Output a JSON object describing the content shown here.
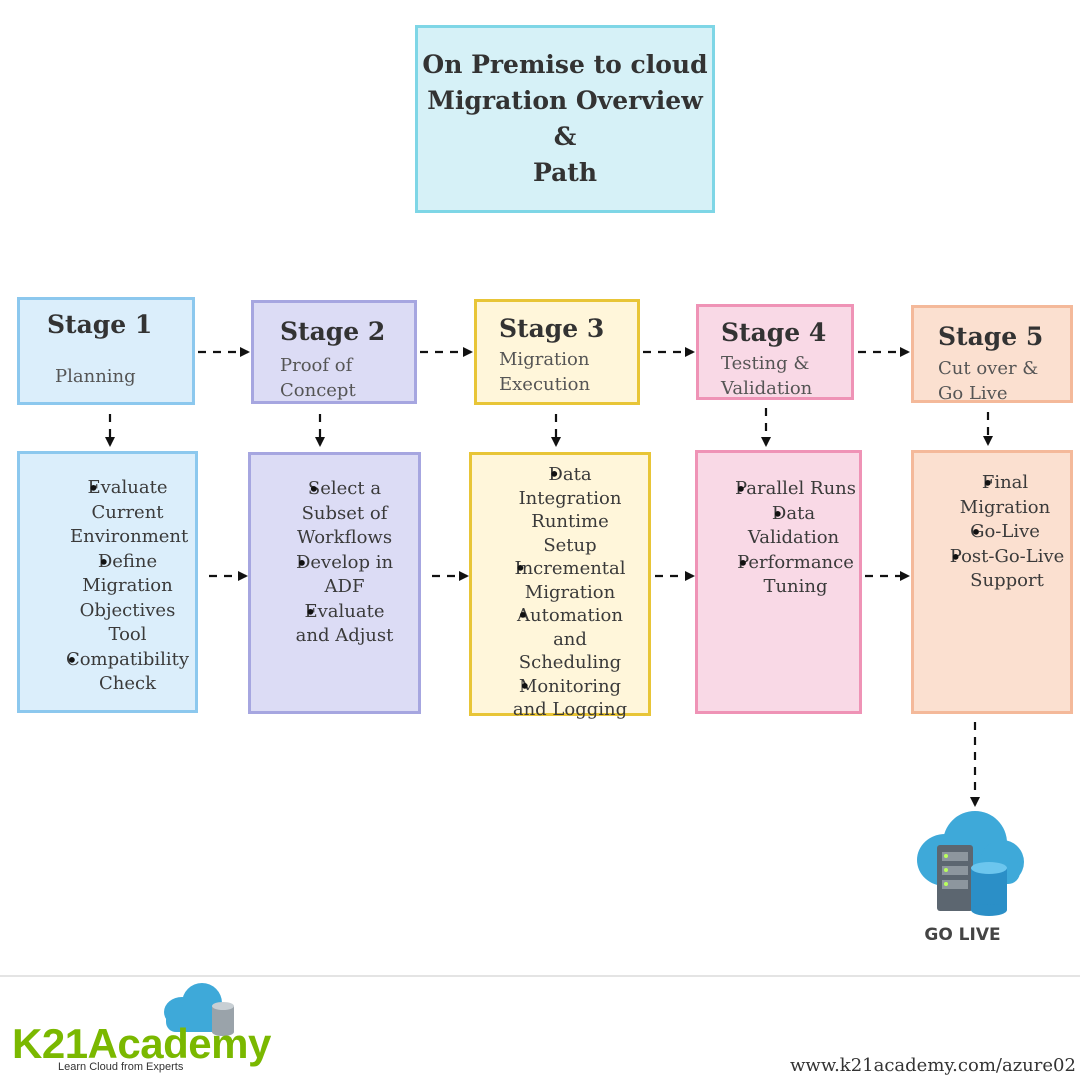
{
  "title": "On Premise to cloud\nMigration Overview &\nPath",
  "stages": [
    {
      "number": "Stage 1",
      "subtitle": "Planning",
      "items": [
        "Evaluate\nCurrent\nEnvironment",
        "Define\nMigration\nObjectives\nTool",
        "Compatibility\nCheck"
      ]
    },
    {
      "number": "Stage 2",
      "subtitle": "Proof of\nConcept",
      "items": [
        "Select a\nSubset of\nWorkflows",
        "Develop in\nADF",
        "Evaluate\nand Adjust"
      ]
    },
    {
      "number": "Stage 3",
      "subtitle": "Migration\nExecution",
      "items": [
        "Data\nIntegration\nRuntime\nSetup",
        "Incremental\nMigration",
        "Automation\nand\nScheduling",
        "Monitoring\nand Logging"
      ]
    },
    {
      "number": "Stage 4",
      "subtitle": "Testing &\nValidation",
      "items": [
        "Parallel Runs",
        "Data\nValidation",
        "Performance\nTuning"
      ]
    },
    {
      "number": "Stage 5",
      "subtitle": "Cut over &\nGo Live",
      "items": [
        "Final\nMigration",
        "Go-Live",
        "Post-Go-Live\nSupport"
      ]
    }
  ],
  "go_live_label": "GO LIVE",
  "brand": {
    "name": "K21Academy",
    "tagline": "Learn Cloud from Experts"
  },
  "url": "www.k21academy.com/azure02",
  "colors": {
    "title_fill": "#d6f1f7",
    "title_border": "#7ed6e6",
    "stage1": "#dbeefb",
    "stage2": "#dcdcf5",
    "stage3": "#fff6da",
    "stage4": "#f9d9e6",
    "stage5": "#fbe0d0",
    "brand": "#7ab800",
    "cloud": "#3ea9d9"
  }
}
